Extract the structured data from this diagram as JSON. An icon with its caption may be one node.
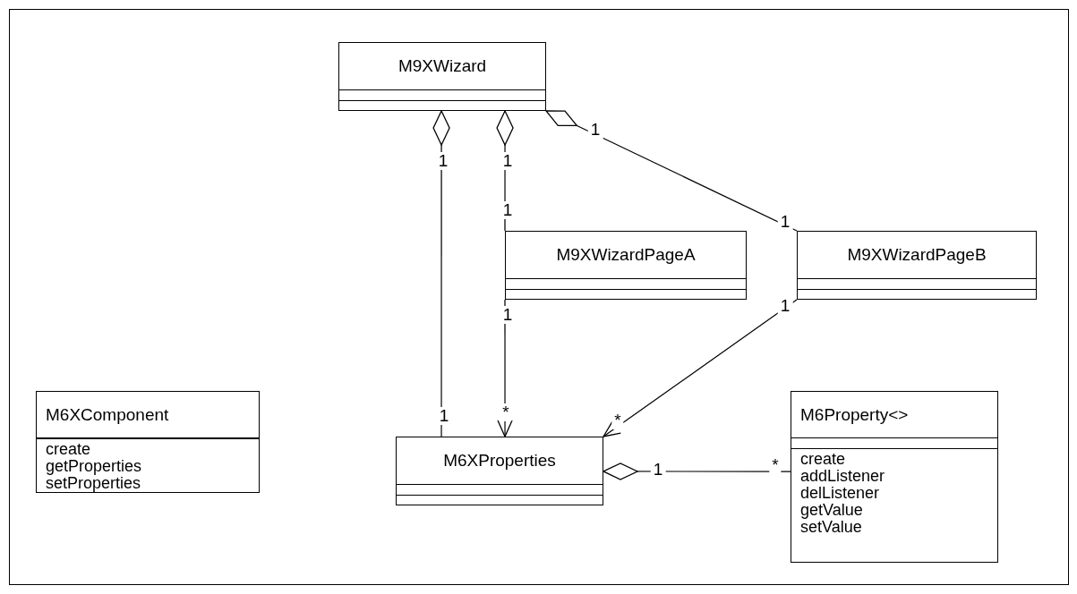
{
  "diagram": {
    "nodes": [
      {
        "text": [
          "M9XWizard"
        ]
      },
      {
        "text": [
          "M9XWizardPageA"
        ]
      },
      {
        "text": [
          "M9XWizardPageB"
        ]
      },
      {
        "text": [
          "M6XComponent",
          "create",
          "getProperties",
          "setProperties"
        ]
      },
      {
        "text": [
          "M6XProperties"
        ]
      },
      {
        "text": [
          "M6Property<>",
          "create",
          "addListener",
          "delListener",
          "getValue",
          "setValue"
        ]
      }
    ],
    "edges": [
      {
        "from": 0,
        "to": 4,
        "arrow": "other"
      },
      {
        "from": 0,
        "to": 1,
        "arrow": "other"
      },
      {
        "from": 0,
        "to": 2,
        "arrow": "other"
      },
      {
        "from": 1,
        "to": 4,
        "arrow": "to"
      },
      {
        "from": 2,
        "to": 4,
        "arrow": "to"
      },
      {
        "from": 4,
        "to": 5,
        "arrow": "other"
      }
    ],
    "labels": [
      "1",
      "1",
      "1",
      "1",
      "1",
      "1",
      "1",
      "*",
      "1",
      "*",
      "*",
      "1"
    ]
  }
}
